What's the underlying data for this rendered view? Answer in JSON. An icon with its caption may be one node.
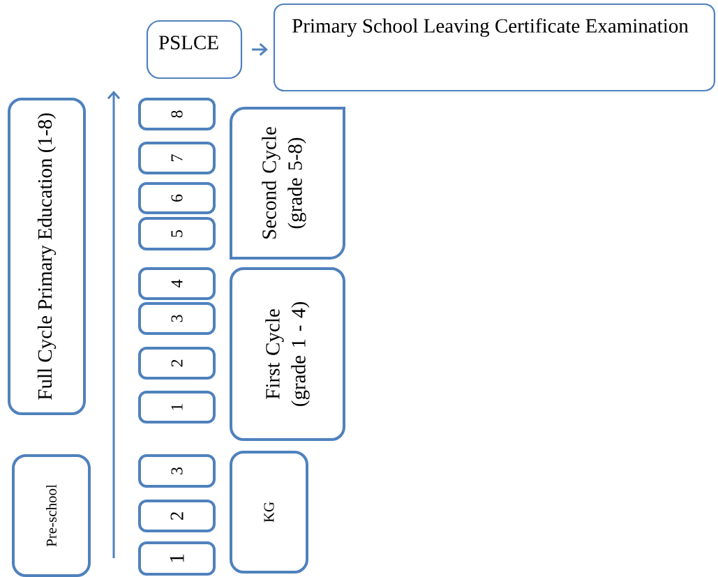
{
  "diagram": {
    "nodes": [
      {
        "text": [
          "PSLCE"
        ]
      },
      {
        "text": [
          "Primary School Leaving Certificate Examination"
        ]
      },
      {
        "text": [
          "Full Cycle Primary Education (1-8)"
        ]
      },
      {
        "text": [
          "8"
        ]
      },
      {
        "text": [
          "7"
        ]
      },
      {
        "text": [
          "6"
        ]
      },
      {
        "text": [
          "5"
        ]
      },
      {
        "text": [
          "Second Cycle (grade 5-8)"
        ]
      },
      {
        "text": [
          "4"
        ]
      },
      {
        "text": [
          "3"
        ]
      },
      {
        "text": [
          "2"
        ]
      },
      {
        "text": [
          "1"
        ]
      },
      {
        "text": [
          "First Cycle (grade 1 - 4)"
        ]
      },
      {
        "text": [
          "Pre-school"
        ]
      },
      {
        "text": [
          "3"
        ]
      },
      {
        "text": [
          "2"
        ]
      },
      {
        "text": [
          "1"
        ]
      },
      {
        "text": [
          "KG"
        ]
      }
    ],
    "edges": [
      {
        "from": 0,
        "to": 1,
        "arrow": "to"
      }
    ]
  }
}
